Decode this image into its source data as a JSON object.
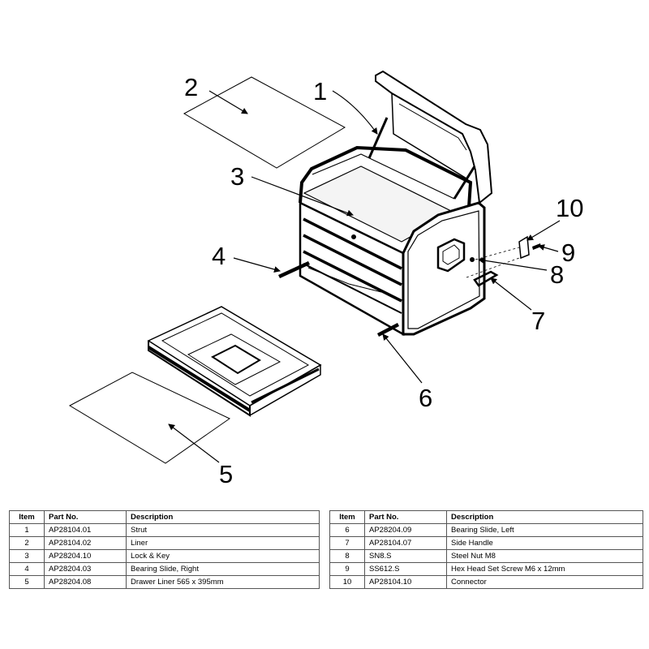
{
  "callouts": [
    "1",
    "2",
    "3",
    "4",
    "5",
    "6",
    "7",
    "8",
    "9",
    "10"
  ],
  "table": {
    "headers": {
      "item": "Item",
      "part_no": "Part No.",
      "description": "Description"
    },
    "rows_left": [
      {
        "item": "1",
        "part_no": "AP28104.01",
        "description": "Strut"
      },
      {
        "item": "2",
        "part_no": "AP28104.02",
        "description": "Liner"
      },
      {
        "item": "3",
        "part_no": "AP28204.10",
        "description": "Lock & Key"
      },
      {
        "item": "4",
        "part_no": "AP28204.03",
        "description": "Bearing Slide, Right"
      },
      {
        "item": "5",
        "part_no": "AP28204.08",
        "description": "Drawer Liner 565 x 395mm"
      }
    ],
    "rows_right": [
      {
        "item": "6",
        "part_no": "AP28204.09",
        "description": "Bearing Slide, Left"
      },
      {
        "item": "7",
        "part_no": "AP28104.07",
        "description": "Side Handle"
      },
      {
        "item": "8",
        "part_no": "SN8.S",
        "description": "Steel Nut M8"
      },
      {
        "item": "9",
        "part_no": "SS612.S",
        "description": "Hex Head Set Screw M6 x 12mm"
      },
      {
        "item": "10",
        "part_no": "AP28104.10",
        "description": "Connector"
      }
    ]
  }
}
